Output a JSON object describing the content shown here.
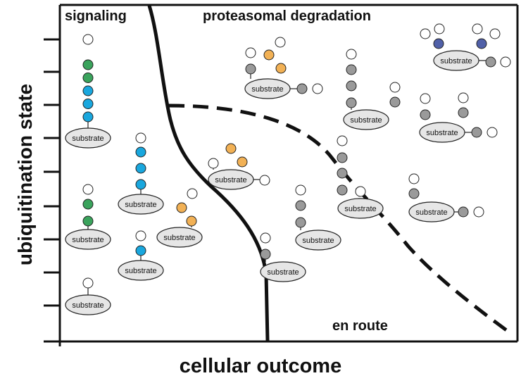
{
  "axes": {
    "x_label": "cellular outcome",
    "y_label": "ubiquitination state"
  },
  "regions": {
    "signaling": "signaling",
    "proteasomal": "proteasomal degradation",
    "en_route": "en route"
  },
  "substrate_label": "substrate",
  "colors": {
    "green": "#3aa35c",
    "cyan": "#19a7de",
    "orange": "#f2b155",
    "gray": "#9a9a9a",
    "blue": "#5060a8",
    "white": "#ffffff",
    "substrate_fill": "#e6e6e6"
  },
  "diagram_items": [
    {
      "id": "sig-chain-green-long",
      "chain": [
        "green",
        "green",
        "cyan",
        "cyan",
        "cyan"
      ]
    },
    {
      "id": "sig-chain-green-short",
      "chain": [
        "green",
        "green"
      ]
    },
    {
      "id": "sig-chain-cyan-long",
      "chain": [
        "cyan",
        "cyan",
        "cyan"
      ]
    },
    {
      "id": "sig-chain-orange",
      "chain": [
        "orange",
        "orange"
      ]
    },
    {
      "id": "sig-chain-cyan-single",
      "chain": [
        "cyan"
      ]
    },
    {
      "id": "sig-unmodified",
      "chain": []
    },
    {
      "id": "deg-orange-branched",
      "chain": [
        "gray",
        "orange",
        "orange"
      ]
    },
    {
      "id": "deg-orange-mid",
      "chain": [
        "orange",
        "orange"
      ]
    },
    {
      "id": "deg-gray-tall",
      "chain": [
        "gray",
        "gray",
        "gray"
      ]
    },
    {
      "id": "deg-blue-branched",
      "chain": [
        "blue",
        "blue",
        "gray"
      ]
    },
    {
      "id": "deg-gray-double",
      "chain": [
        "gray",
        "gray",
        "gray"
      ]
    },
    {
      "id": "deg-gray-chain4",
      "chain": [
        "gray",
        "gray",
        "gray",
        "gray"
      ]
    },
    {
      "id": "enroute-gray-2",
      "chain": [
        "gray",
        "gray"
      ]
    },
    {
      "id": "enroute-gray-1",
      "chain": [
        "gray"
      ]
    },
    {
      "id": "enroute-gray-side",
      "chain": [
        "gray",
        "gray"
      ]
    }
  ]
}
